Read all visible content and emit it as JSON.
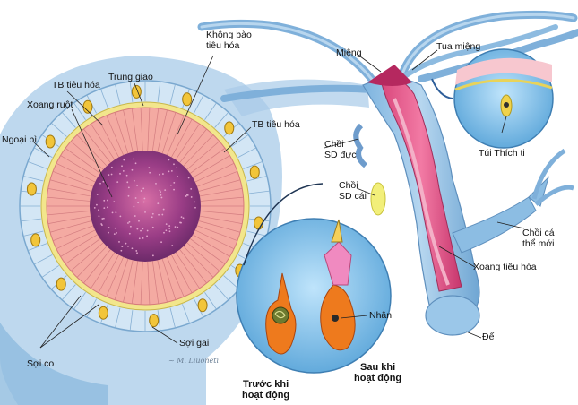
{
  "labels": {
    "khong_bao_tieu_hoa": "Không bào\ntiêu hóa",
    "trung_giao": "Trung giao",
    "tb_tieu_hoa_1": "TB tiêu hóa",
    "xoang_ruot": "Xoang ruột",
    "ngoai_bi": "Ngoại bì",
    "tb_tieu_hoa_2": "TB tiêu hóa",
    "mieng": "Miệng",
    "tua_mieng": "Tua miệng",
    "choi_sd_duc": "Chồi\nSD đực",
    "choi_sd_cai": "Chồi\nSD cái",
    "tui_thich_ti": "Túi Thích ti",
    "choi_ca_the_moi": "Chồi cá\nthể mới",
    "xoang_tieu_hoa": "Xoang tiêu hóa",
    "nhan": "Nhân",
    "de": "Đế",
    "soi_gai": "Sợi gai",
    "soi_co": "Sợi co",
    "truoc_khi_hoat_dong": "Trước khi\nhoạt động",
    "sau_khi_hoat_dong": "Sau khi\nhoạt động"
  },
  "colors": {
    "ectoderm": "#c9dff0",
    "endoderm": "#f4a9a0",
    "cavity": "#9a3d86",
    "mesoglea": "#f1e58a",
    "body": "#7fb2d9",
    "cell": "#f08a2a"
  }
}
